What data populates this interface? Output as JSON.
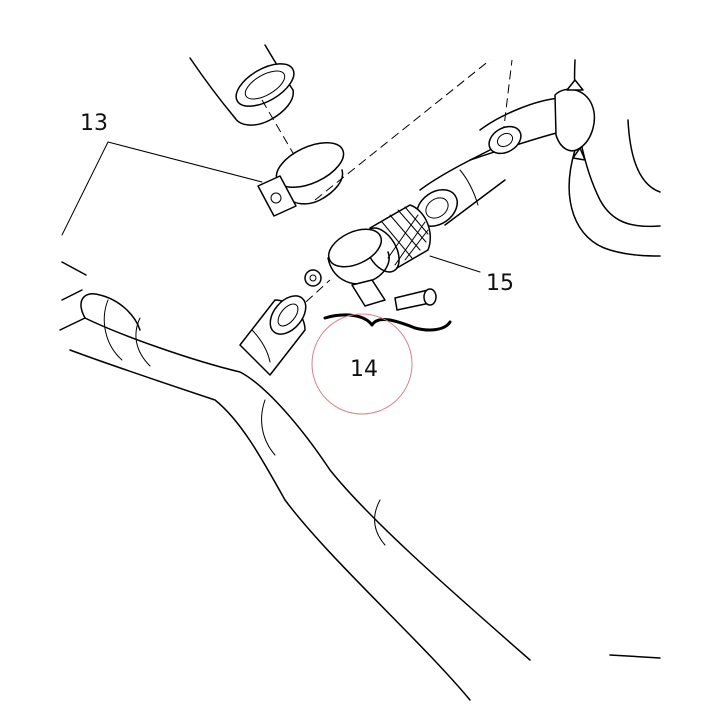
{
  "callouts": {
    "part_13": "13",
    "part_14": "14",
    "part_15": "15"
  },
  "colors": {
    "line": "#000000",
    "highlight_circle": "#d9828a",
    "background": "#ffffff"
  }
}
